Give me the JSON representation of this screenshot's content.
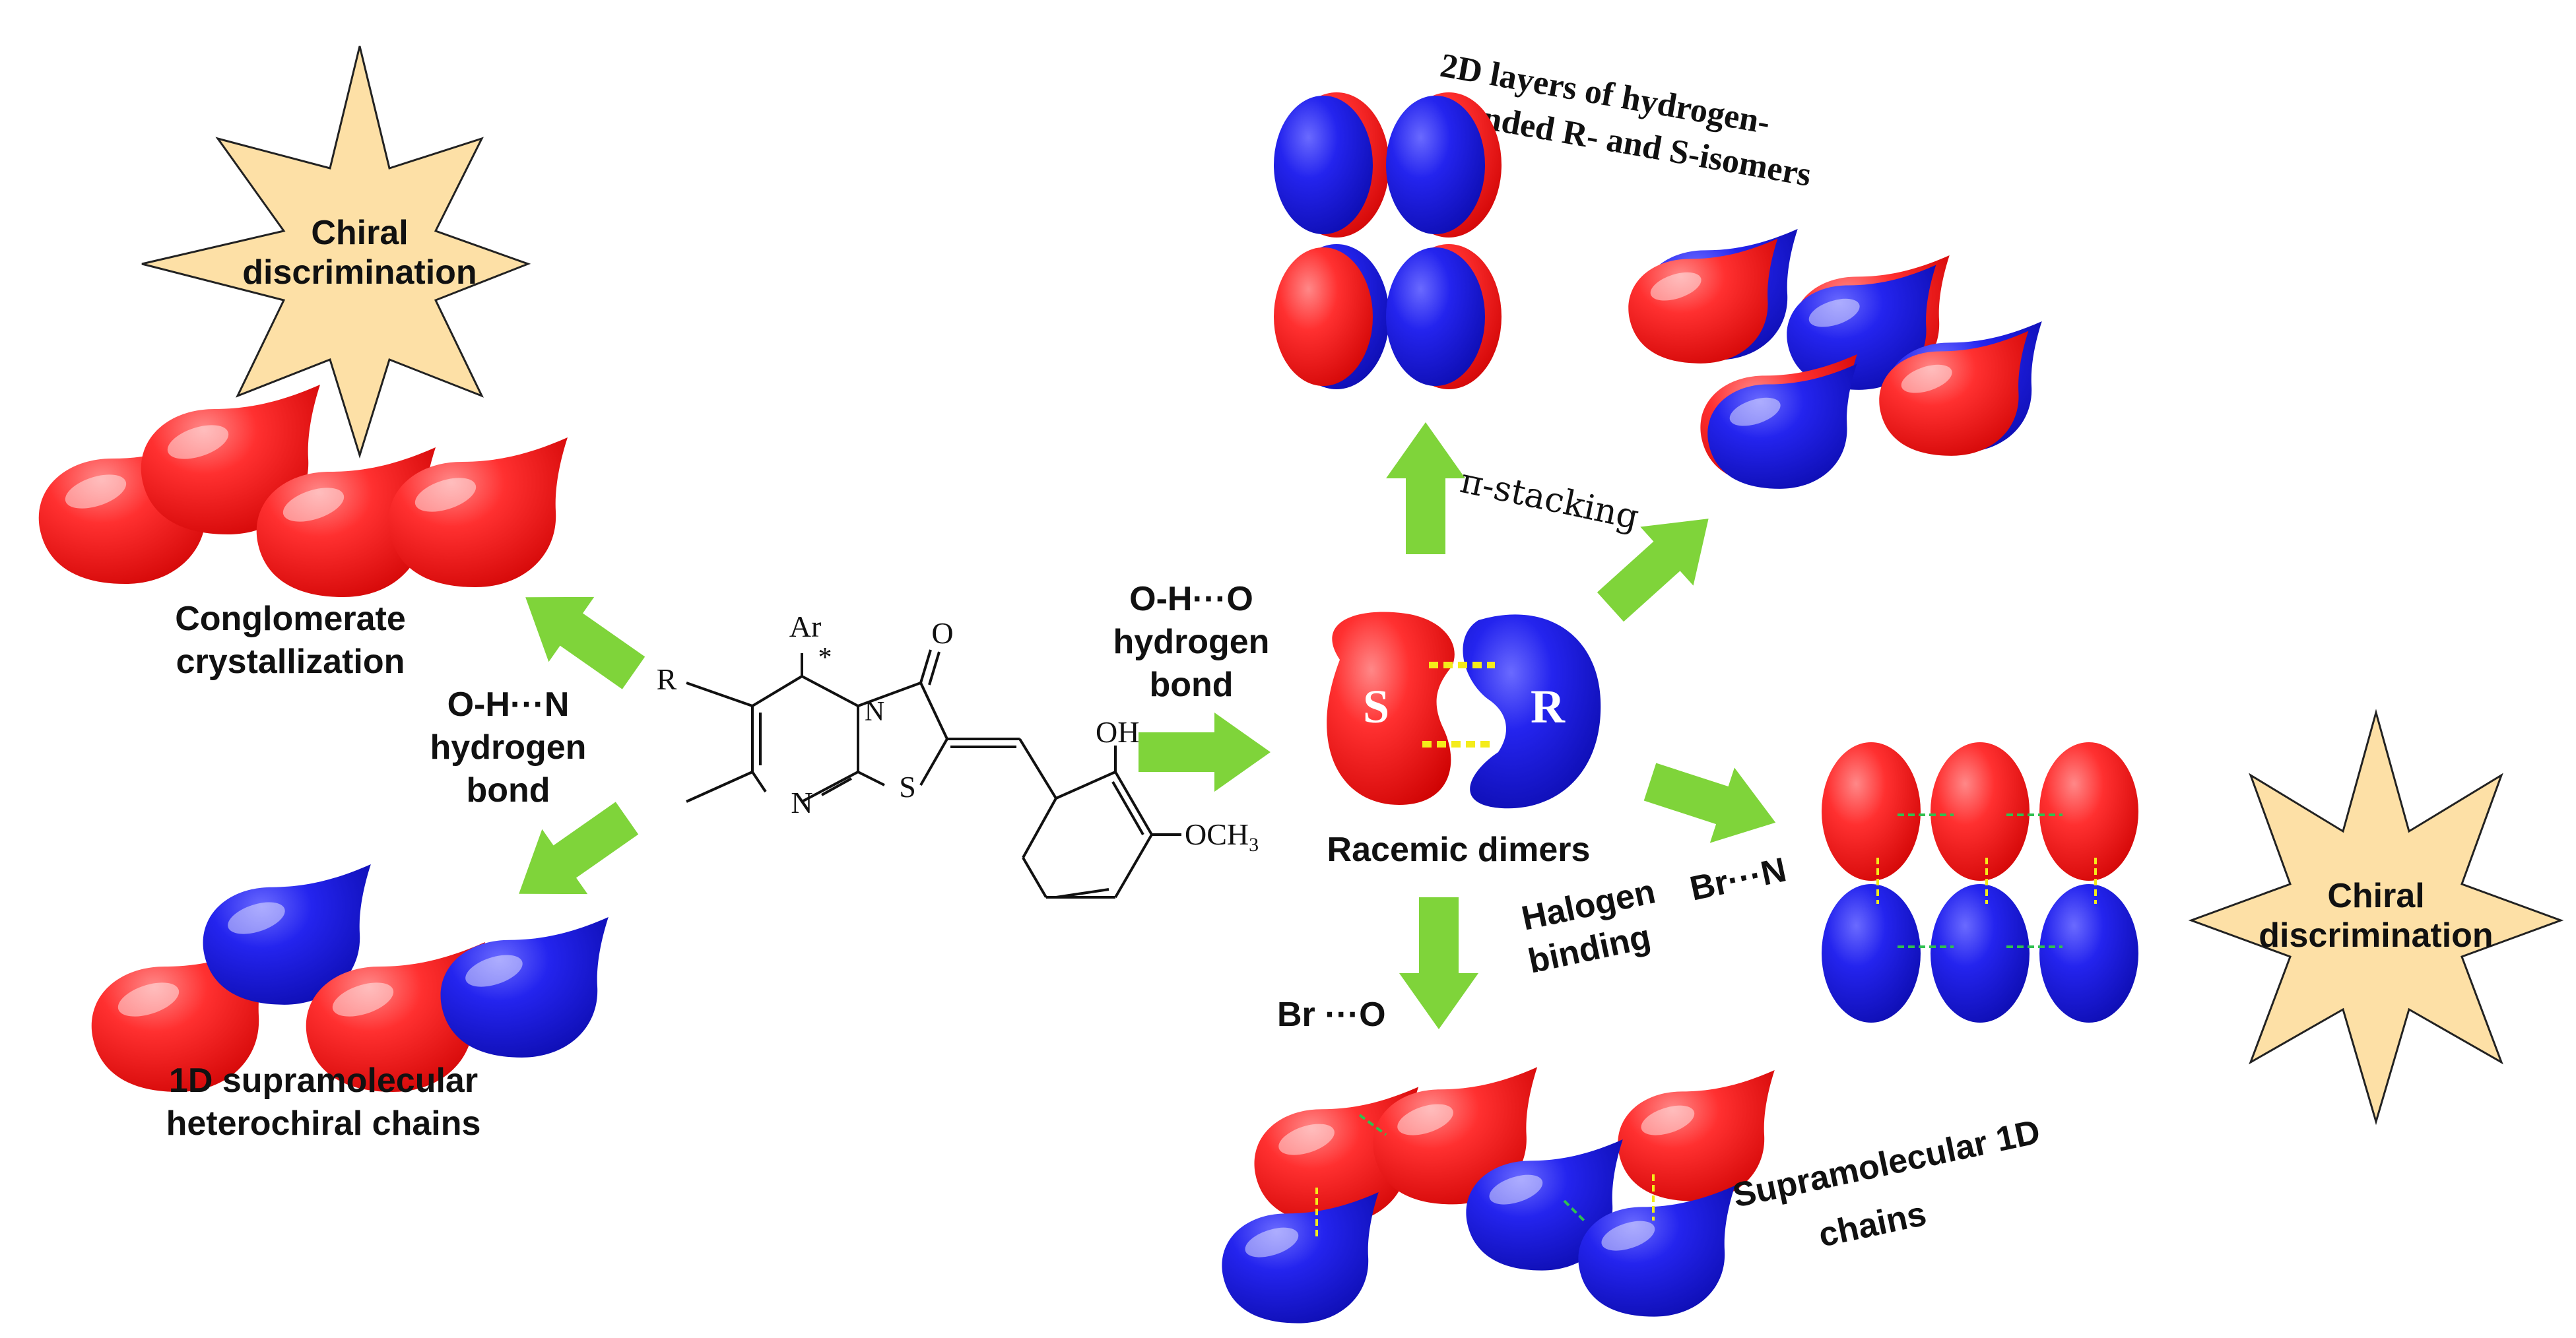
{
  "colors": {
    "red": "#ff3030",
    "blue": "#2424ee",
    "green_arrow": "#7fd43a",
    "star_fill": "#fde0a6",
    "hbond_dash": "#f4ec1a",
    "contact_dash": "#30c050"
  },
  "left": {
    "star_line1": "Chiral",
    "star_line2": "discrimination",
    "conglomerate_line1": "Conglomerate",
    "conglomerate_line2": "crystallization",
    "ohn_line1": "O-H···N",
    "ohn_line2": "hydrogen",
    "ohn_line3": "bond",
    "chains_line1": "1D supramolecular",
    "chains_line2": "heterochiral chains"
  },
  "molecule": {
    "ar": "Ar",
    "star": "*",
    "o_top": "O",
    "r": "R",
    "n_ring": "N",
    "n_bottom": "N",
    "s": "S",
    "oh": "OH",
    "och3": "OCH",
    "och3_sub": "3"
  },
  "center": {
    "oho_line1": "O-H···O",
    "oho_line2": "hydrogen",
    "oho_line3": "bond",
    "s_label": "S",
    "r_label": "R",
    "racemic": "Racemic dimers",
    "pi_stacking": "π-stacking",
    "halogen_line1": "Halogen",
    "halogen_line2": "binding",
    "br_o": "Br ···O",
    "br_n": "Br···N"
  },
  "right": {
    "layers_line1": "2D layers of hydrogen-",
    "layers_line2": "bonded R- and S-isomers",
    "star_line1": "Chiral",
    "star_line2": "discrimination",
    "chains_line1": "Supramolecular 1D",
    "chains_line2": "chains"
  }
}
